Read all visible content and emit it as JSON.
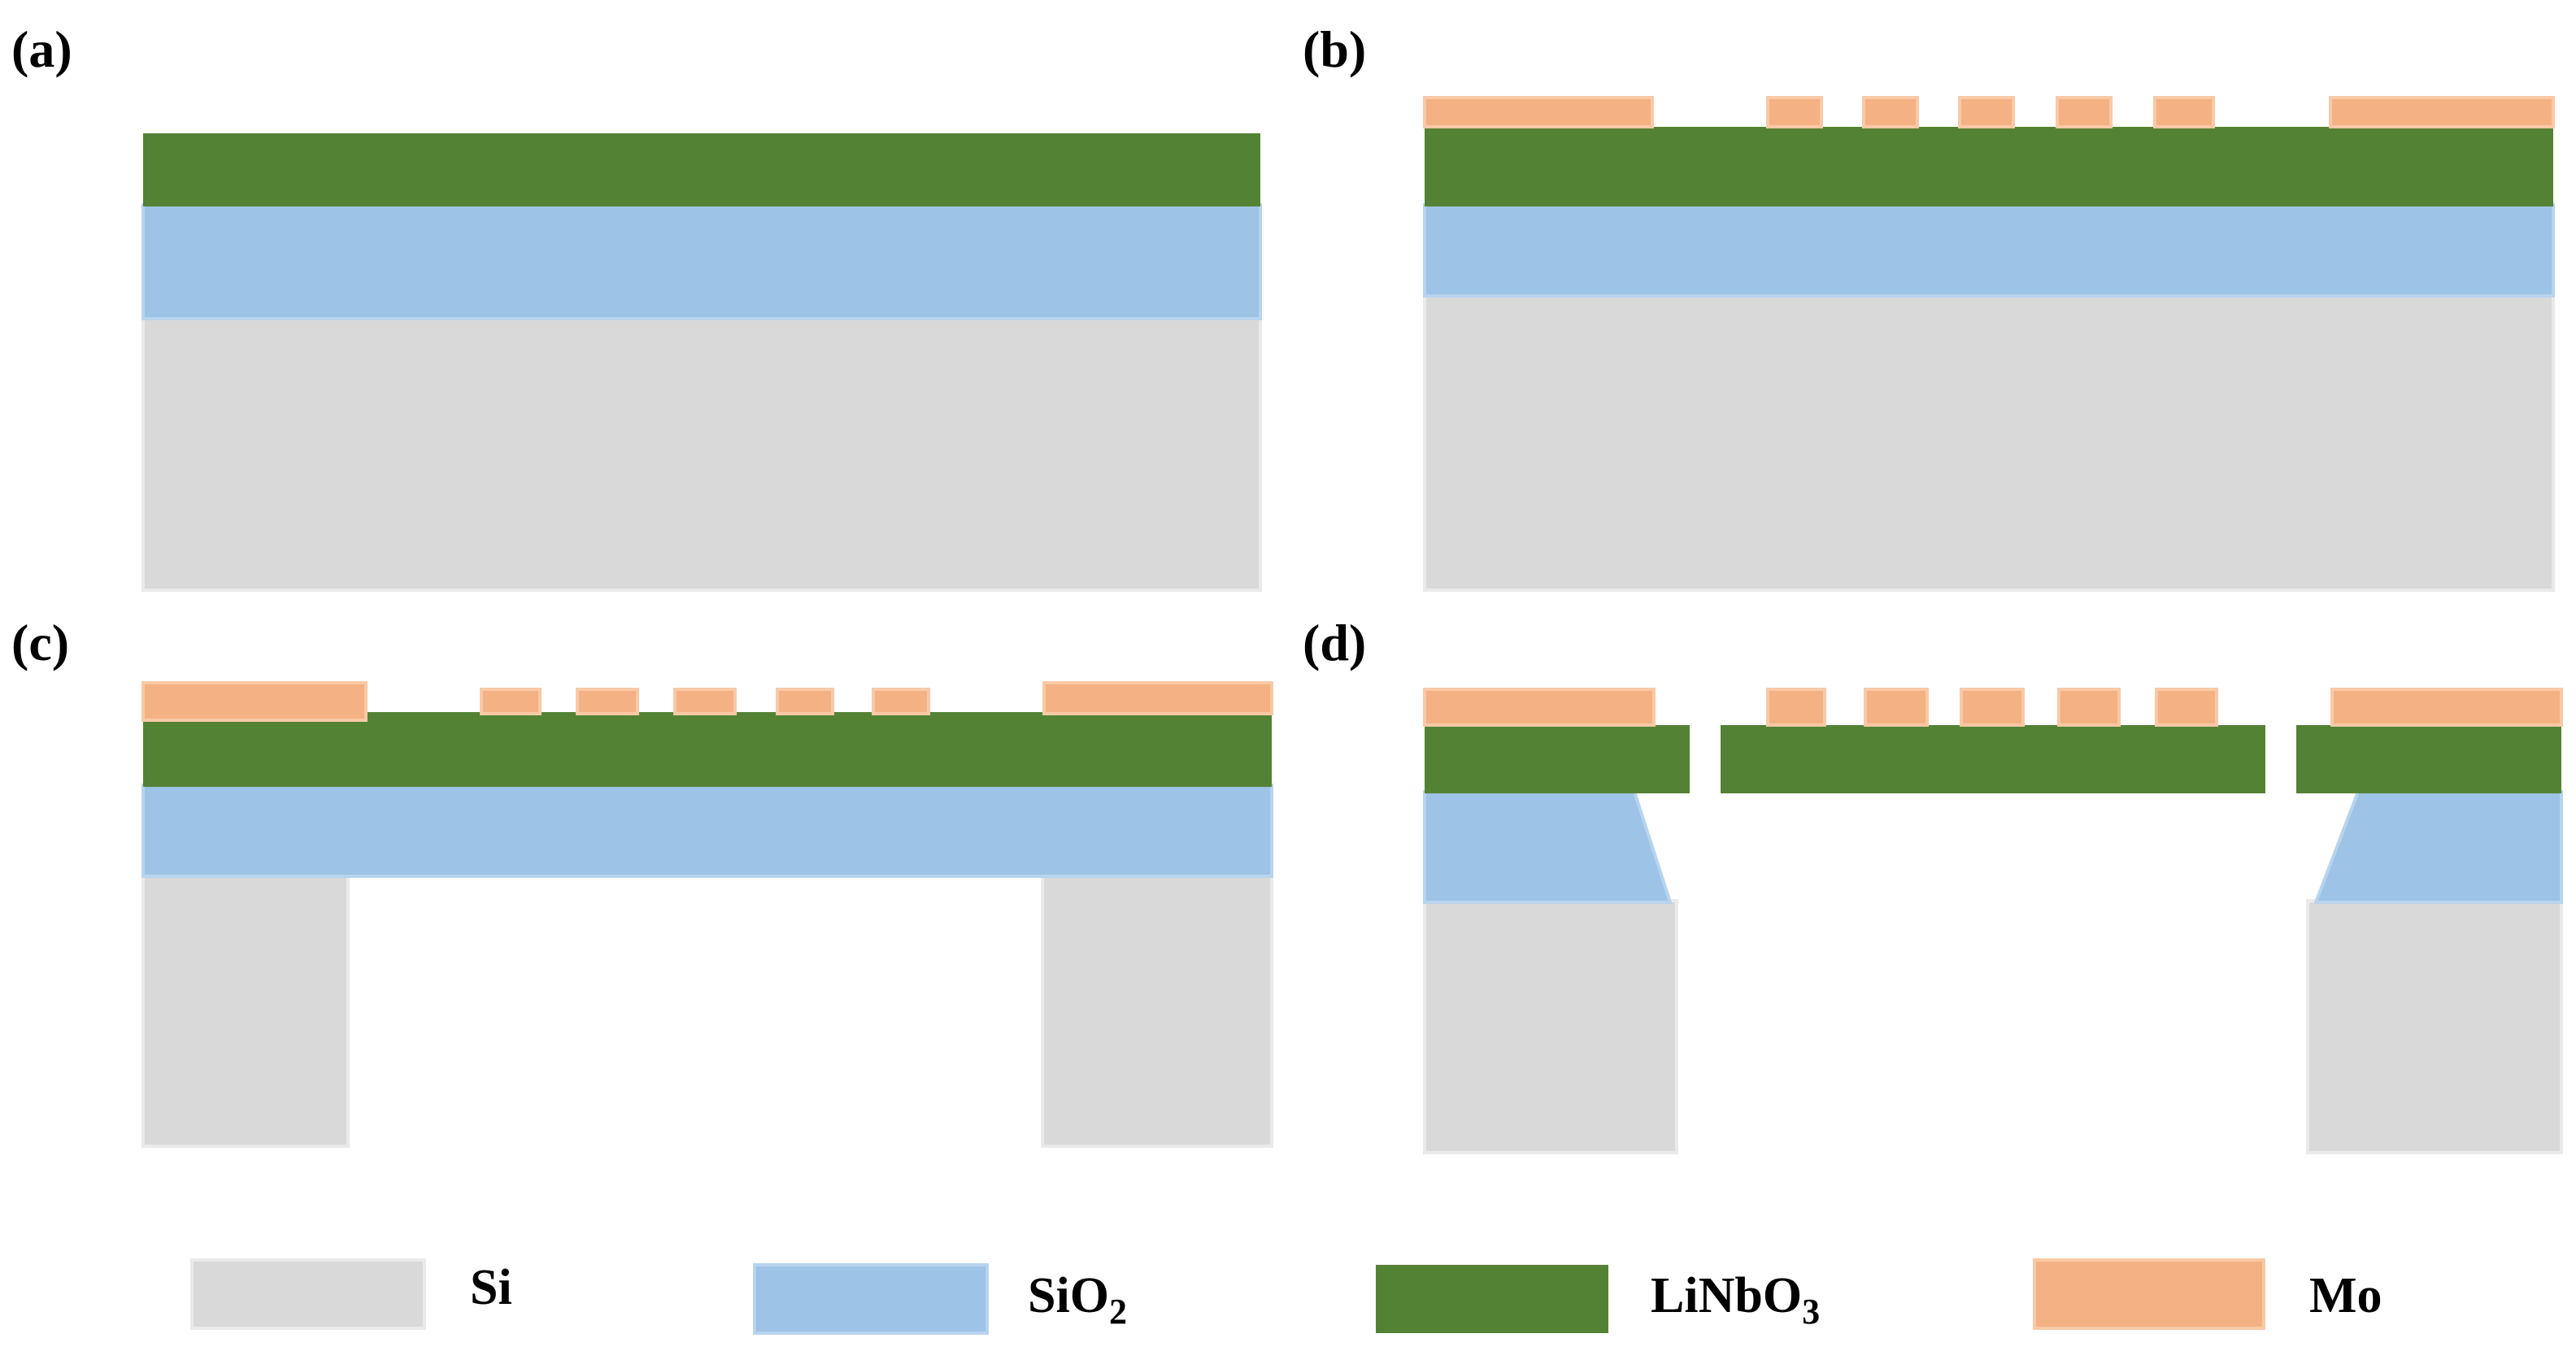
{
  "colors": {
    "si": "#d9d9d9",
    "sio2": "#9dc3e6",
    "linbo3": "#548235",
    "mo": "#f4b183",
    "si_edge": "#eaeaea",
    "sio2_edge": "#b8d4ee",
    "mo_edge": "#f8c9a6"
  },
  "panels": [
    {
      "label": "(a)"
    },
    {
      "label": "(b)"
    },
    {
      "label": "(c)"
    },
    {
      "label": "(d)"
    }
  ],
  "legend": [
    {
      "material": "si",
      "text": "Si",
      "sub": "",
      "icon": "si-swatch"
    },
    {
      "material": "sio2",
      "text": "SiO",
      "sub": "2",
      "icon": "sio2-swatch"
    },
    {
      "material": "linbo3",
      "text": "LiNbO",
      "sub": "3",
      "icon": "linbo3-swatch"
    },
    {
      "material": "mo",
      "text": "Mo",
      "sub": "",
      "icon": "mo-swatch"
    }
  ]
}
